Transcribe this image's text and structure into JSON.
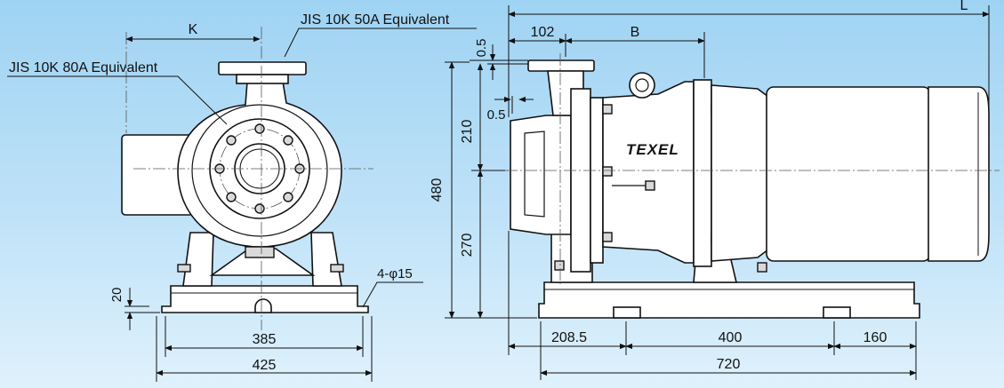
{
  "drawing": {
    "callouts": {
      "discharge_flange": "JIS 10K 50A Equivalent",
      "suction_flange": "JIS 10K 80A Equivalent"
    },
    "front_view": {
      "dim_k": "K",
      "dim_base_height": "20",
      "dim_bolt_holes": "4-φ15",
      "dim_bolt_span": "385",
      "dim_base_width": "425"
    },
    "side_view": {
      "dim_total_length": "L",
      "dim_flange_offset": "102",
      "dim_b": "B",
      "dim_top_gap": "0.5",
      "dim_face_gap": "0.5",
      "dim_upper_height": "210",
      "dim_total_height": "480",
      "dim_lower_height": "270",
      "dim_front_overhang": "208.5",
      "dim_base_span": "400",
      "dim_rear_overhang": "160",
      "dim_base_length": "720",
      "brand_mark": "TEXEL"
    }
  }
}
